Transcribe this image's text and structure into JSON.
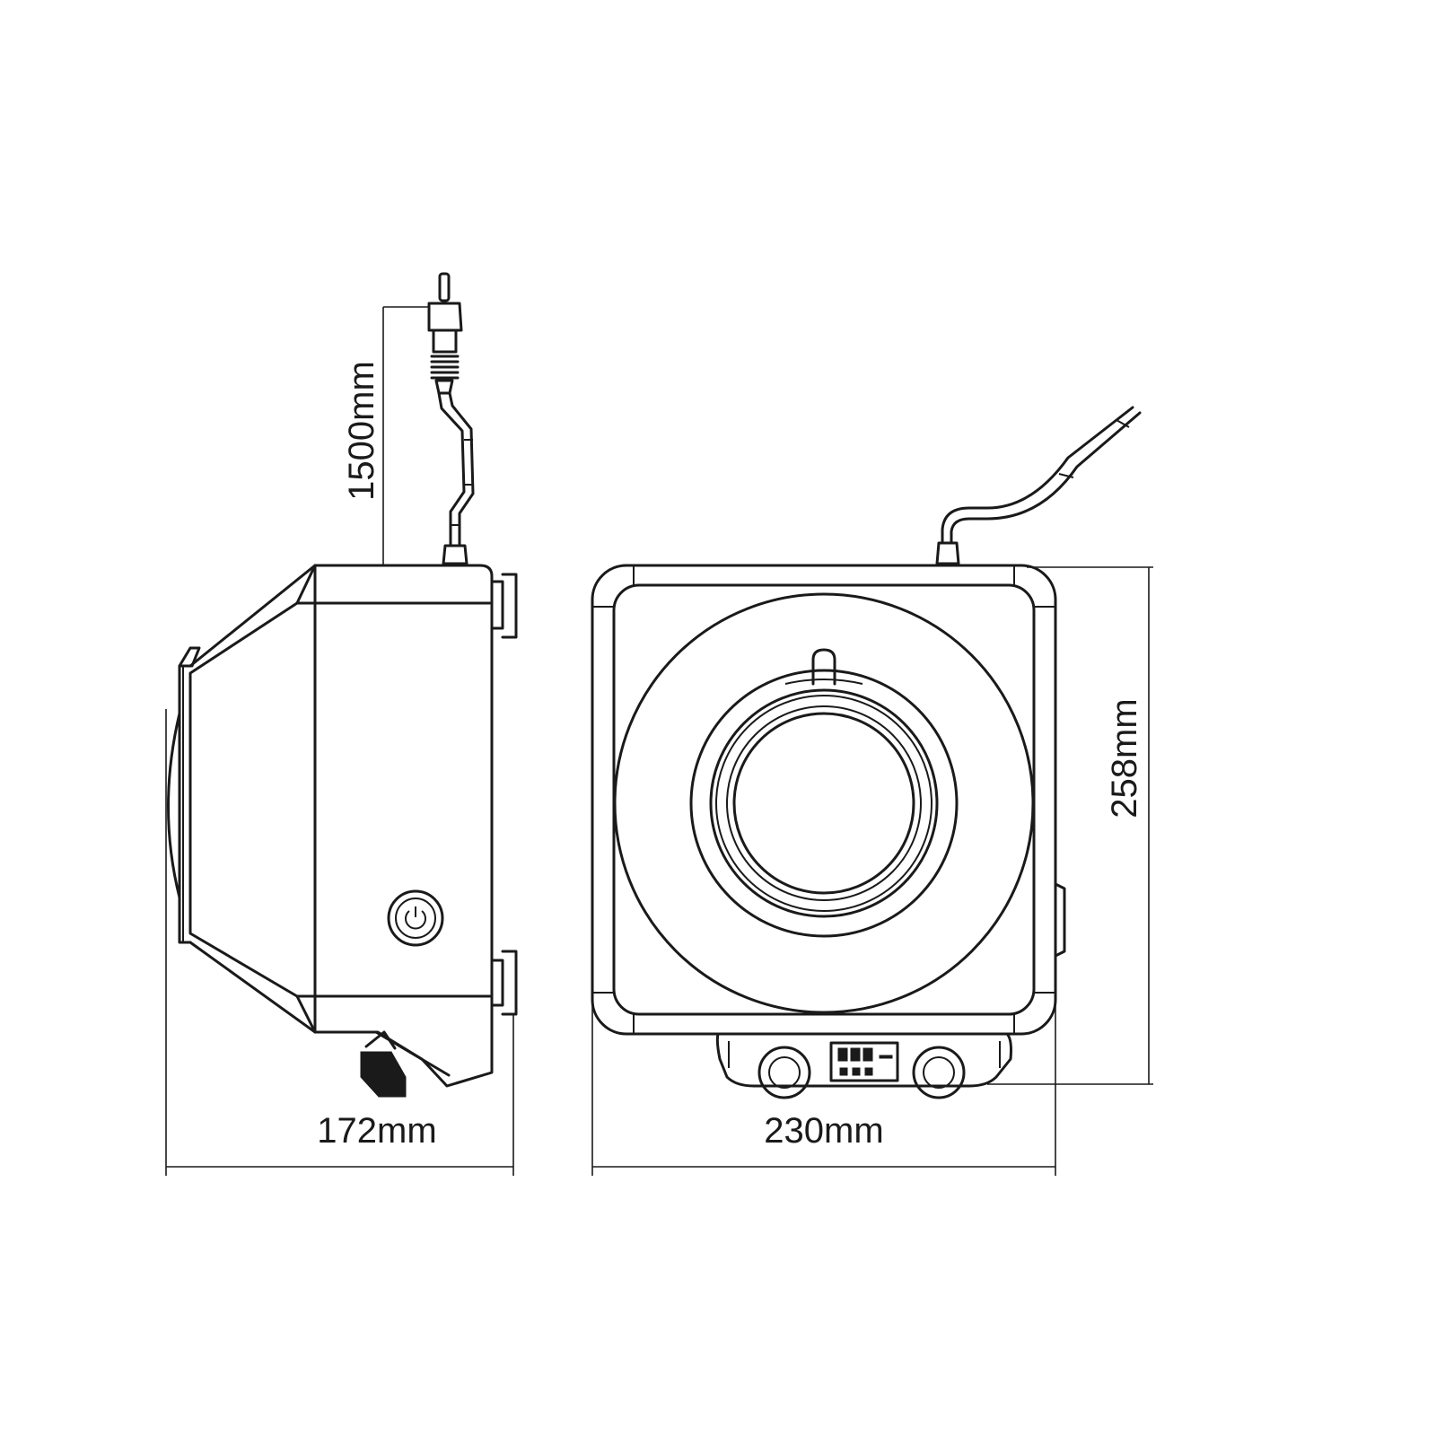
{
  "dimensions": {
    "cord_length": "1500mm",
    "side_depth": "172mm",
    "front_width": "230mm",
    "front_height": "258mm"
  },
  "colors": {
    "line": "#1a1a1a",
    "background": "#ffffff"
  }
}
